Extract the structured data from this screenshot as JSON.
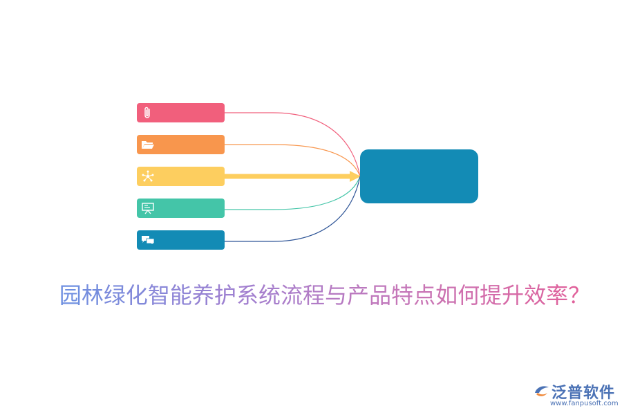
{
  "diagram": {
    "nodes": [
      {
        "label": "",
        "icon": "paperclip-icon",
        "color": "#f15f7c"
      },
      {
        "label": "",
        "icon": "folder-icon",
        "color": "#f8964d"
      },
      {
        "label": "",
        "icon": "network-icon",
        "color": "#fdce5f"
      },
      {
        "label": "",
        "icon": "presentation-board-icon",
        "color": "#44c5a8"
      },
      {
        "label": "",
        "icon": "chat-bubbles-icon",
        "color": "#138bb5"
      }
    ],
    "hub": {
      "label": "",
      "color": "#138bb5"
    },
    "connector_colors": [
      "#f15f7c",
      "#f8964d",
      "#fdce5f",
      "#44c5a8",
      "#2f5597"
    ]
  },
  "title": {
    "text": "园林绿化智能养护系统流程与产品特点如何提升效率？",
    "gradient": [
      "#6f8fe0",
      "#a07fd0",
      "#c777b8",
      "#e0609a"
    ]
  },
  "brand": {
    "name": "泛普软件",
    "url": "www.fanpusoft.com",
    "color": "#4b72b5"
  }
}
